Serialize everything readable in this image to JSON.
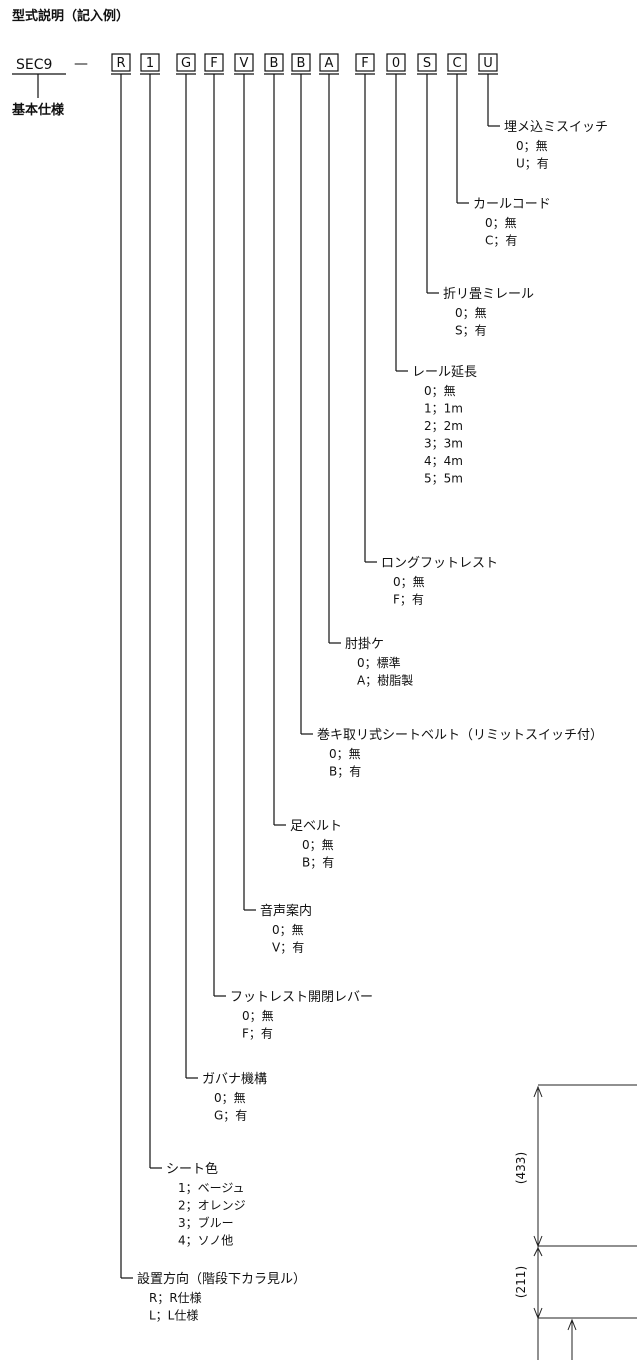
{
  "heading": "型式説明（記入例）",
  "model_prefix": "SEC9",
  "dash": "—",
  "base_spec_label": "基本仕様",
  "code_letters": [
    "R",
    "1",
    "G",
    "F",
    "V",
    "B",
    "B",
    "A",
    "F",
    "0",
    "S",
    "C",
    "U"
  ],
  "specs": [
    {
      "title": "埋メ込ミスイッチ",
      "options": [
        "0；無",
        "U；有"
      ]
    },
    {
      "title": "カールコード",
      "options": [
        "0；無",
        "C；有"
      ]
    },
    {
      "title": "折リ畳ミレール",
      "options": [
        "0；無",
        "S；有"
      ]
    },
    {
      "title": "レール延長",
      "options": [
        "0；無",
        "1；1m",
        "2；2m",
        "3；3m",
        "4；4m",
        "5；5m"
      ]
    },
    {
      "title": "ロングフットレスト",
      "options": [
        "0；無",
        "F；有"
      ]
    },
    {
      "title": "肘掛ケ",
      "options": [
        "0；標準",
        "A；樹脂製"
      ]
    },
    {
      "title": "巻キ取リ式シートベルト（リミットスイッチ付）",
      "options": [
        "0；無",
        "B；有"
      ]
    },
    {
      "title": "足ベルト",
      "options": [
        "0；無",
        "B；有"
      ]
    },
    {
      "title": "音声案内",
      "options": [
        "0；無",
        "V；有"
      ]
    },
    {
      "title": "フットレスト開閉レバー",
      "options": [
        "0；無",
        "F；有"
      ]
    },
    {
      "title": "ガバナ機構",
      "options": [
        "0；無",
        "G；有"
      ]
    },
    {
      "title": "シート色",
      "options": [
        "1；ベージュ",
        "2；オレンジ",
        "3；ブルー",
        "4；ソノ他"
      ]
    },
    {
      "title": "設置方向（階段下カラ見ル）",
      "options": [
        "R；R仕様",
        "L；L仕様"
      ]
    }
  ],
  "dimensions": [
    "(433)",
    "(211)"
  ]
}
